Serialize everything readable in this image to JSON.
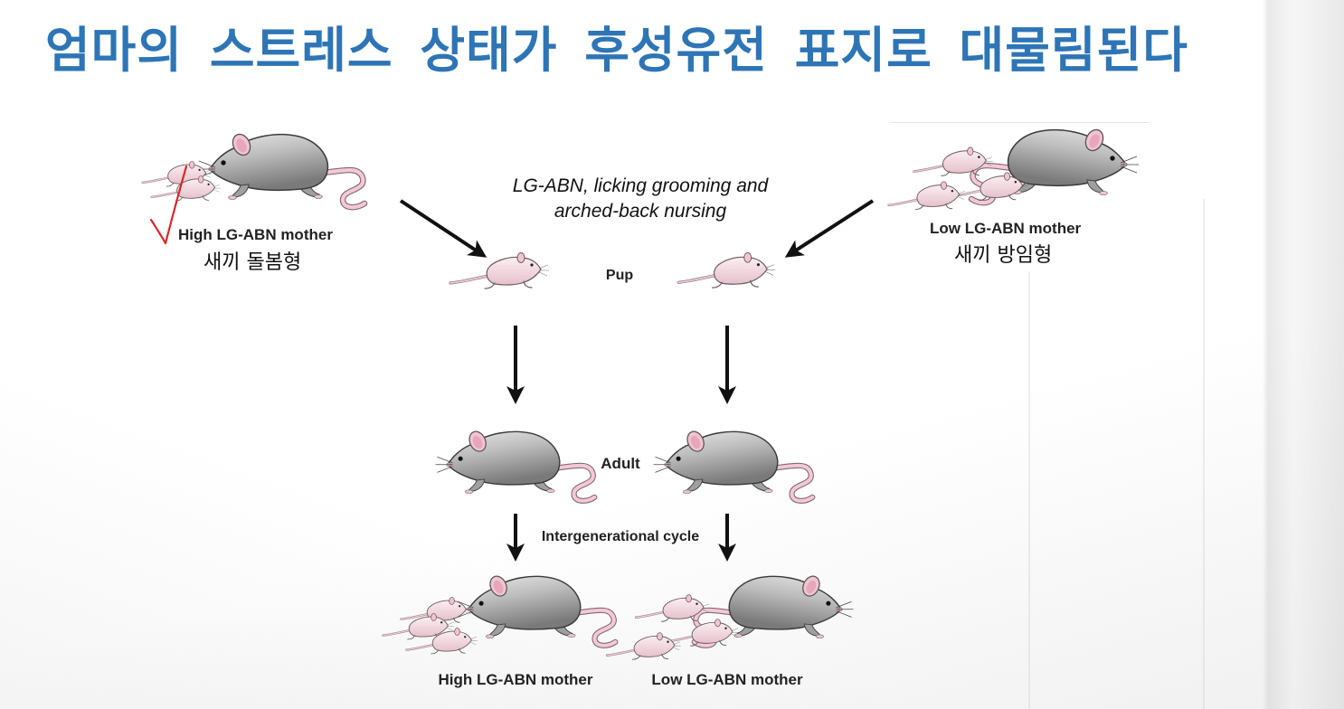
{
  "slide": {
    "title": "엄마의 스트레스 상태가 후성유전 표지로 대물림된다"
  },
  "diagram": {
    "caption_line1": "LG-ABN, licking grooming and",
    "caption_line2": "arched-back nursing",
    "top_left": {
      "label": "High LG-ABN mother",
      "note": "새끼 돌봄형"
    },
    "top_right": {
      "label": "Low LG-ABN mother",
      "note": "새끼 방임형"
    },
    "stage_pup": "Pup",
    "stage_adult": "Adult",
    "cycle_label": "Intergenerational cycle",
    "bottom_left_label": "High LG-ABN mother",
    "bottom_right_label": "Low LG-ABN mother"
  },
  "colors": {
    "title": "#2E75B6",
    "check_mark": "#D9262A",
    "arrow": "#111111",
    "mouse_gray": "#B9B9B9",
    "mouse_pink": "#F2C4D2"
  }
}
